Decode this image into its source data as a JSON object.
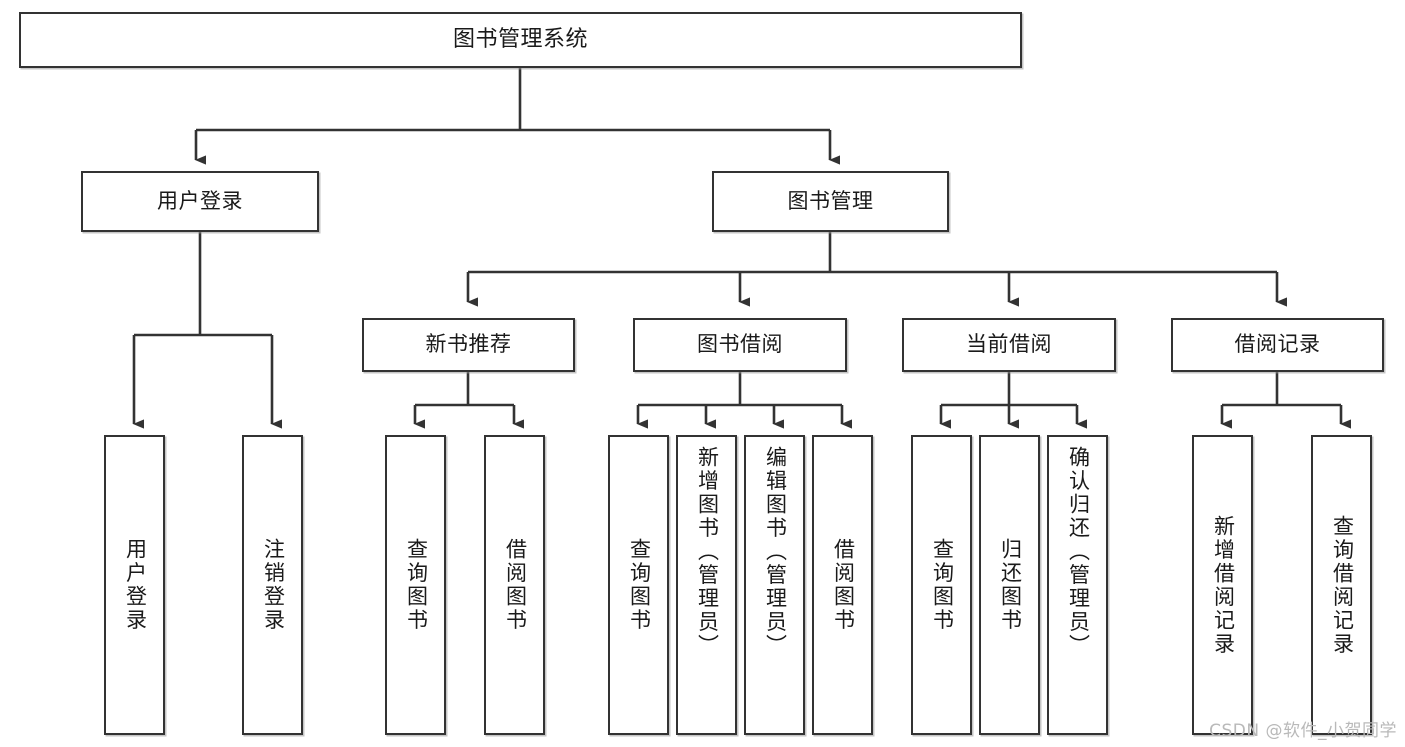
{
  "diagram": {
    "title": "图书管理系统",
    "type": "tree",
    "orientation": "top-down",
    "colors": {
      "background": "#ffffff",
      "node_fill": "#ffffff",
      "node_border": "#333333",
      "edge": "#333333",
      "label_text": "#1a1a1a",
      "watermark_text": "#b9b9b9"
    },
    "nodes": {
      "root": {
        "label": "图书管理系统",
        "level": 0
      },
      "level1": [
        {
          "id": "user-login",
          "label": "用户登录"
        },
        {
          "id": "book-management",
          "label": "图书管理"
        }
      ],
      "level2": [
        {
          "id": "new-book-recommend",
          "label": "新书推荐",
          "parent": "book-management"
        },
        {
          "id": "book-borrow",
          "label": "图书借阅",
          "parent": "book-management"
        },
        {
          "id": "current-borrow",
          "label": "当前借阅",
          "parent": "book-management"
        },
        {
          "id": "borrow-record",
          "label": "借阅记录",
          "parent": "book-management"
        }
      ],
      "leaves": [
        {
          "id": "leaf-user-login",
          "label": "用户登录",
          "parent": "user-login"
        },
        {
          "id": "leaf-logout-login",
          "label": "注销登录",
          "parent": "user-login"
        },
        {
          "id": "leaf-query-book-1",
          "label": "查询图书",
          "parent": "new-book-recommend"
        },
        {
          "id": "leaf-borrow-book-1",
          "label": "借阅图书",
          "parent": "new-book-recommend"
        },
        {
          "id": "leaf-query-book-2",
          "label": "查询图书",
          "parent": "book-borrow"
        },
        {
          "id": "leaf-add-book",
          "label": "新增图书（管理员）",
          "parent": "book-borrow"
        },
        {
          "id": "leaf-edit-book",
          "label": "编辑图书（管理员）",
          "parent": "book-borrow"
        },
        {
          "id": "leaf-borrow-book-2",
          "label": "借阅图书",
          "parent": "book-borrow"
        },
        {
          "id": "leaf-query-book-3",
          "label": "查询图书",
          "parent": "current-borrow"
        },
        {
          "id": "leaf-return-book",
          "label": "归还图书",
          "parent": "current-borrow"
        },
        {
          "id": "leaf-confirm-return",
          "label": "确认归还（管理员）",
          "parent": "current-borrow"
        },
        {
          "id": "leaf-add-record",
          "label": "新增借阅记录",
          "parent": "borrow-record"
        },
        {
          "id": "leaf-query-record",
          "label": "查询借阅记录",
          "parent": "borrow-record"
        }
      ]
    },
    "watermark": "CSDN @软件_小贺同学"
  }
}
